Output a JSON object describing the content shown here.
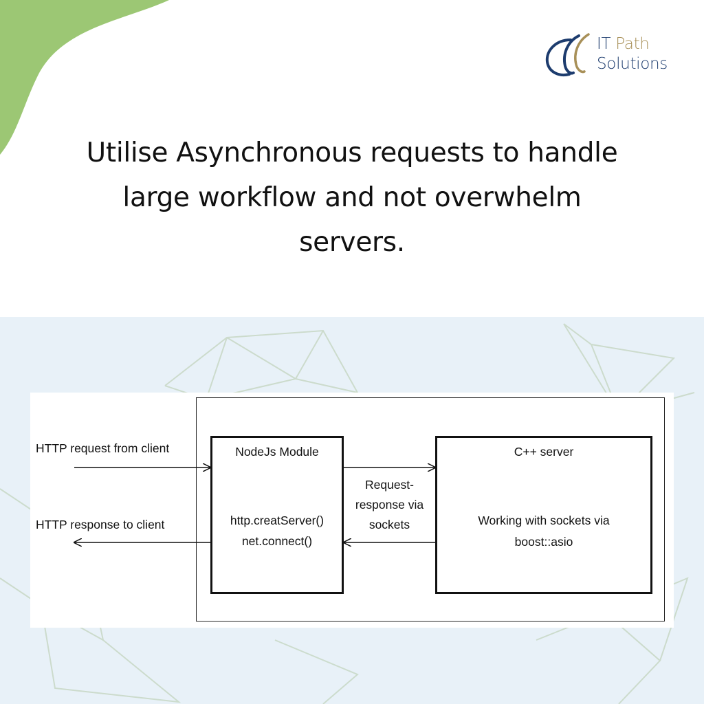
{
  "brand": {
    "name_part1": "IT",
    "name_part2": "Path",
    "name_line2": "Solutions",
    "icon": "itpath-swoosh-logo-icon",
    "colors": {
      "navy": "#1d3c6e",
      "gold": "#a89058",
      "green": "#9cc774",
      "band": "#e8f1f8"
    }
  },
  "headline": {
    "line1": "Utilise Asynchronous requests to handle",
    "line2": "large workflow and not overwhelm",
    "line3": "servers."
  },
  "diagram": {
    "http_request_label": "HTTP request from client",
    "http_response_label": "HTTP response to client",
    "nodejs": {
      "title": "NodeJs Module",
      "line1": "http.creatServer()",
      "line2": "net.connect()"
    },
    "link": {
      "line1": "Request-",
      "line2": "response via",
      "line3": "sockets"
    },
    "cpp": {
      "title": "C++ server",
      "line1": "Working with sockets via",
      "line2": "boost::asio"
    }
  }
}
